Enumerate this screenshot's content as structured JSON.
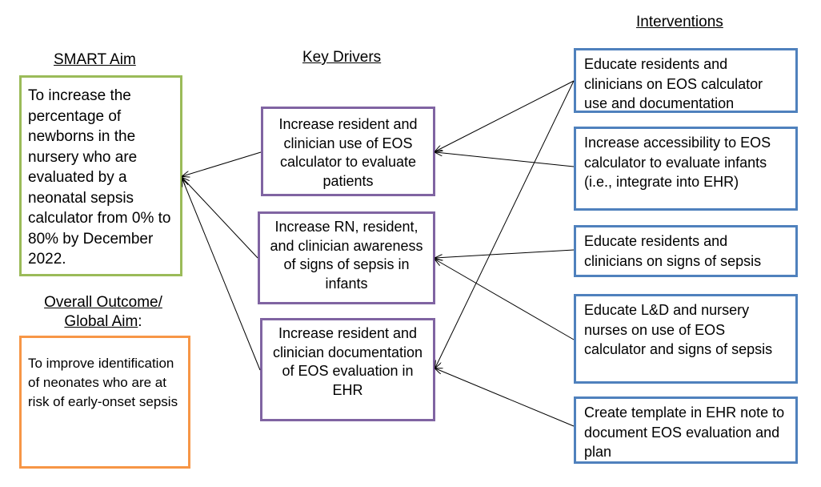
{
  "headings": {
    "smart_aim": "SMART Aim",
    "key_drivers": "Key Drivers",
    "interventions": "Interventions",
    "overall_outcome_line1": "Overall Outcome/",
    "overall_outcome_line2": "Global Aim",
    "overall_outcome_colon": ":"
  },
  "smart_aim": {
    "text": "To increase the percentage of newborns in the nursery who are evaluated by a neonatal sepsis calculator from 0% to 80% by December 2022."
  },
  "overall_outcome": {
    "text": "To improve identification of neonates who are at risk of early-onset sepsis"
  },
  "key_drivers": [
    {
      "text": "Increase resident and clinician use of EOS calculator to evaluate patients"
    },
    {
      "text": "Increase RN, resident, and clinician awareness of signs of sepsis in infants"
    },
    {
      "text": "Increase resident and clinician documentation of EOS evaluation in EHR"
    }
  ],
  "interventions": [
    {
      "text": "Educate residents and clinicians on EOS calculator use and documentation"
    },
    {
      "text": "Increase accessibility to EOS calculator to evaluate infants (i.e., integrate into EHR)"
    },
    {
      "text": "Educate residents and clinicians on signs of sepsis"
    },
    {
      "text": "Educate L&D and nursery nurses on use of EOS calculator and signs of sepsis"
    },
    {
      "text": "Create template in EHR note to document EOS evaluation and plan"
    }
  ],
  "colors": {
    "aim_border": "#9bbb59",
    "outcome_border": "#f79646",
    "driver_border": "#8064a2",
    "intervention_border": "#4f81bd"
  }
}
